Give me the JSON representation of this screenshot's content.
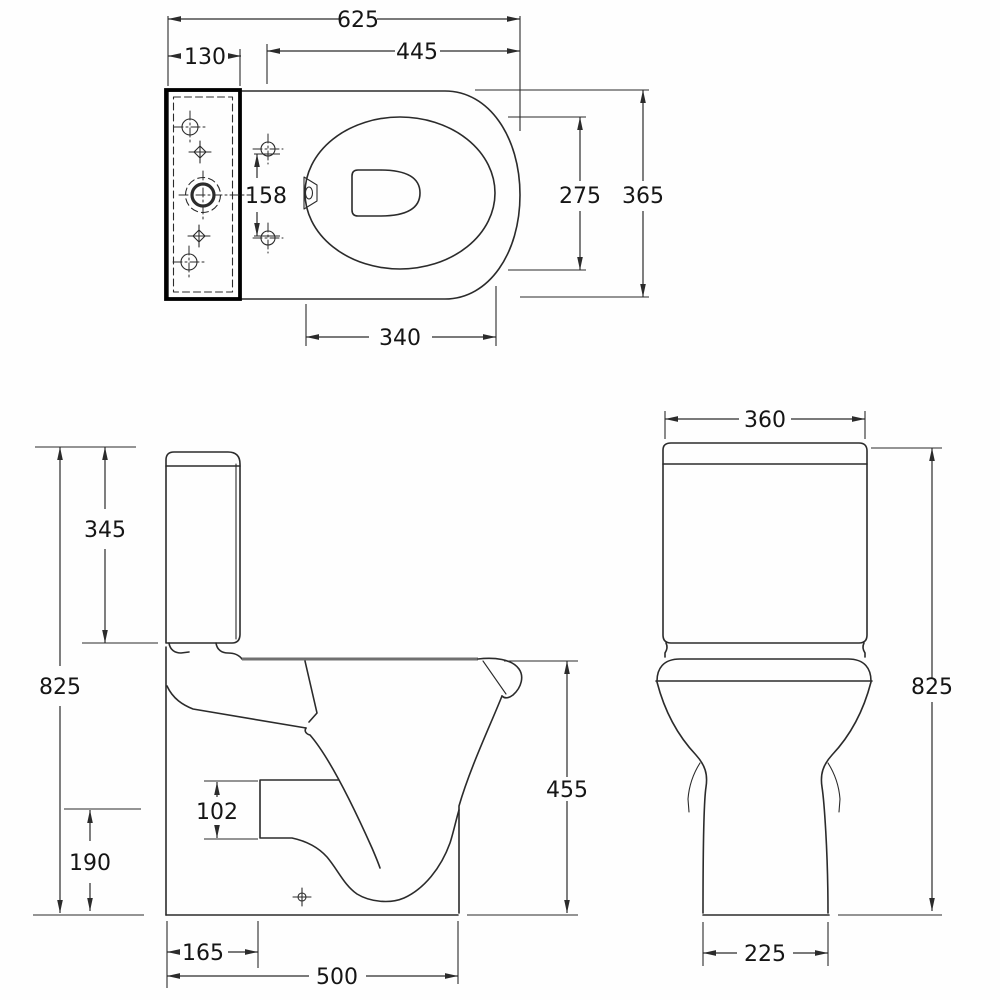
{
  "colors": {
    "line": "#2b2b2b",
    "bold_line": "#000000",
    "seat_line": "#707070",
    "text": "#151515",
    "background": "#ffffff"
  },
  "plan_view": {
    "dims": {
      "overall_length": "625",
      "bowl_projection": "445",
      "cistern_depth": "130",
      "hinge_fixing_centres": "158",
      "seat_inner_width": "275",
      "overall_width": "365",
      "seat_length": "340"
    }
  },
  "side_view": {
    "dims": {
      "cistern_height": "345",
      "overall_height": "825",
      "outlet_centre_height": "190",
      "outlet_diameter": "102",
      "outlet_setout": "165",
      "overall_depth": "500",
      "bowl_height": "455"
    }
  },
  "front_view": {
    "dims": {
      "cistern_width": "360",
      "overall_height": "825",
      "base_width": "225"
    }
  }
}
